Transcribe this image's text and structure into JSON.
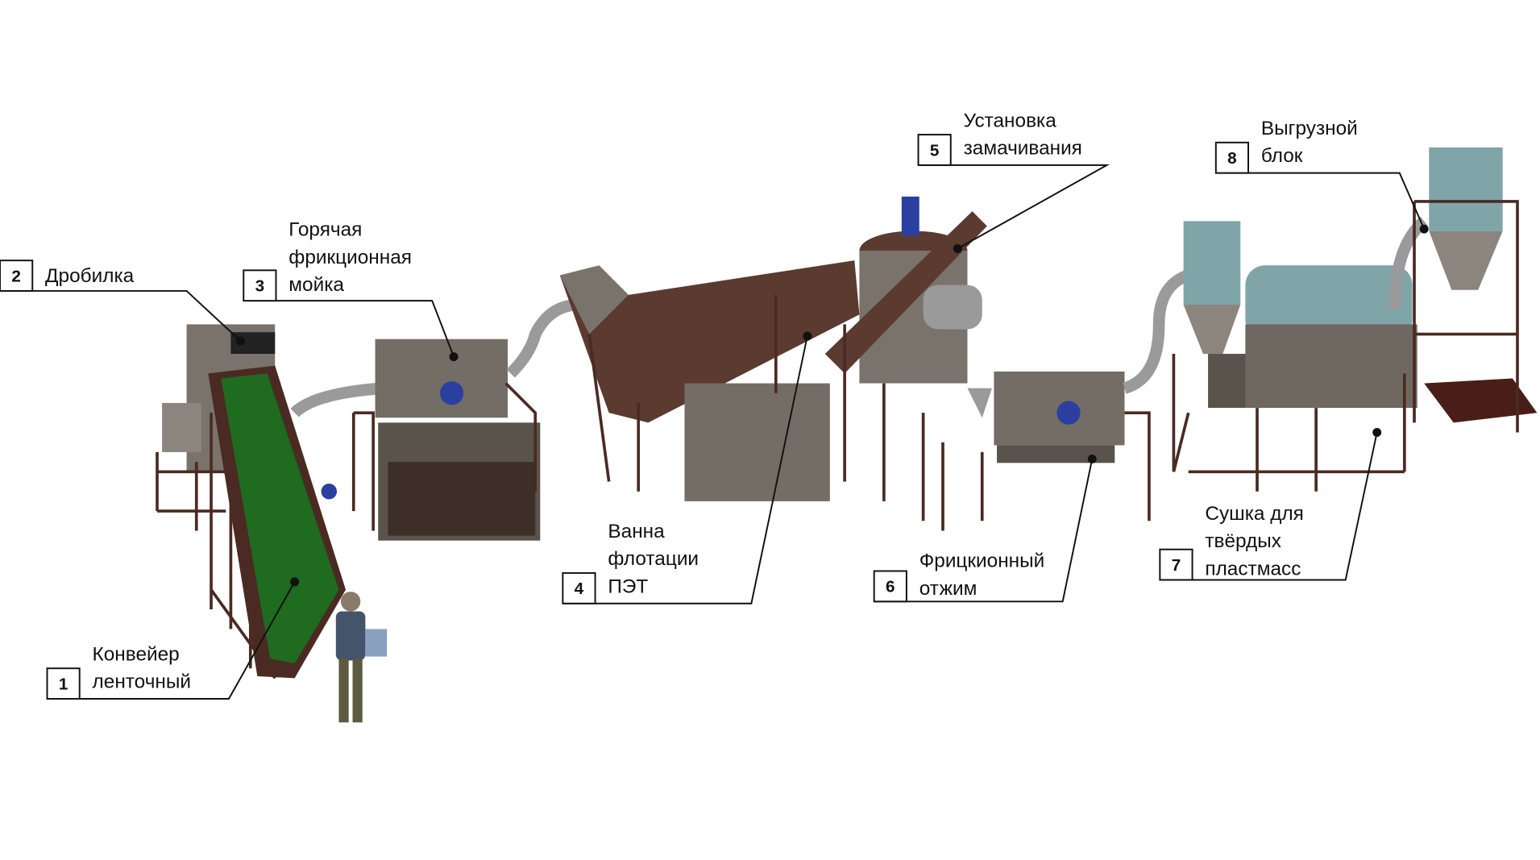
{
  "diagram": {
    "labels": [
      {
        "number": "1",
        "lines": [
          "Конвейер",
          "ленточный"
        ]
      },
      {
        "number": "2",
        "lines": [
          "Дробилка"
        ]
      },
      {
        "number": "3",
        "lines": [
          "Горячая",
          "фрикционная",
          "мойка"
        ]
      },
      {
        "number": "4",
        "lines": [
          "Ванна",
          "флотации",
          "ПЭТ"
        ]
      },
      {
        "number": "5",
        "lines": [
          "Установка",
          "замачивания"
        ]
      },
      {
        "number": "6",
        "lines": [
          "Фрицкионный",
          "отжим"
        ]
      },
      {
        "number": "7",
        "lines": [
          "Сушка для",
          "твёрдых",
          "пластмасс"
        ]
      },
      {
        "number": "8",
        "lines": [
          "Выгрузной",
          "блок"
        ]
      }
    ],
    "colors": {
      "frame": "#4a2a22",
      "body": "#6f6860",
      "belt": "#1f6b1f",
      "motor": "#2b3fa0",
      "glass": "#7fa5a8"
    }
  }
}
